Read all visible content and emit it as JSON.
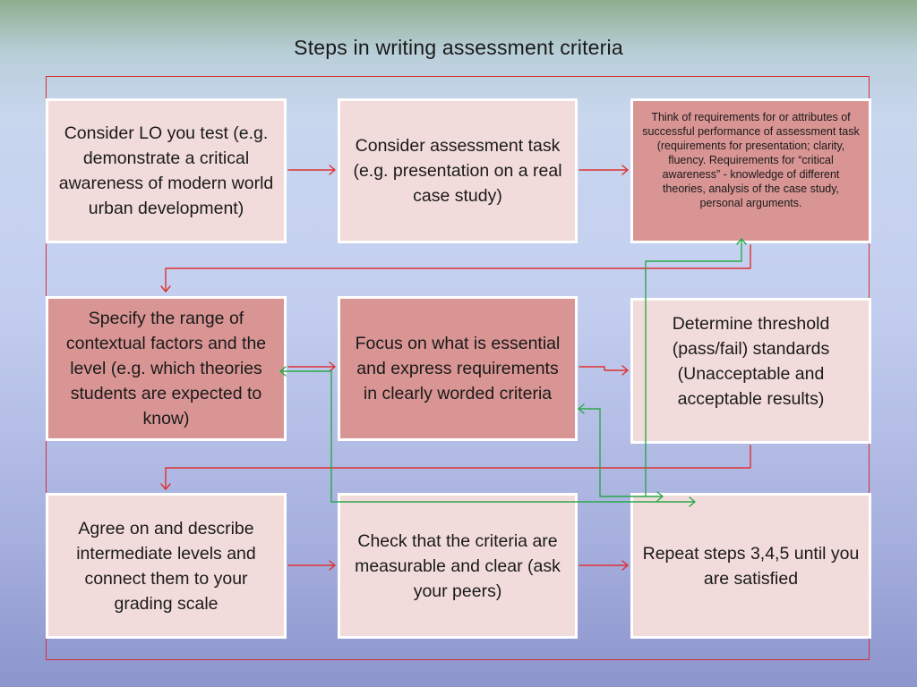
{
  "title": "Steps in writing assessment criteria",
  "steps": [
    {
      "text": "Consider LO you test (e.g. demonstrate a critical awareness of modern world urban development)"
    },
    {
      "text": "Consider assessment task (e.g. presentation on a real case study)"
    },
    {
      "text": "Think of requirements for or attributes of successful performance of assessment task (requirements for presentation; clarity, fluency. Requirements for “critical awareness” - knowledge of different theories, analysis of the case study, personal arguments."
    },
    {
      "text": "Specify the range of contextual factors and the level (e.g. which theories students are expected to know)"
    },
    {
      "text": "Focus on what is essential and express requirements in clearly worded criteria"
    },
    {
      "text": "Determine threshold (pass/fail) standards (Unacceptable and acceptable results)"
    },
    {
      "text": "Agree on and describe intermediate levels and connect them to your grading scale"
    },
    {
      "text": "Check that the criteria are measurable and clear (ask your peers)"
    },
    {
      "text": "Repeat steps 3,4,5 until you are satisfied"
    }
  ],
  "colors": {
    "box_light": "#f2dcdb",
    "box_dark": "#d99594",
    "flow_arrow": "#e0312f",
    "feedback_arrow": "#2aa84a",
    "frame": "#d62e3a"
  }
}
